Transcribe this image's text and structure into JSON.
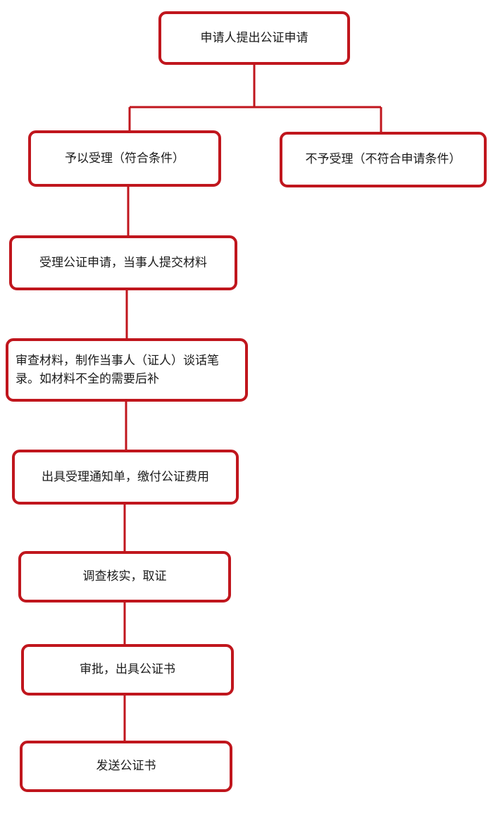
{
  "flow": {
    "apply": "申请人提出公证申请",
    "accept": "予以受理（符合条件）",
    "reject": "不予受理（不符合申请条件）",
    "submit": "受理公证申请，当事人提交材料",
    "review": "审查材料，制作当事人（证人）谈话笔录。如材料不全的需要后补",
    "notice": "出具受理通知单，缴付公证费用",
    "verify": "调查核实，取证",
    "approve": "审批，出具公证书",
    "send": "发送公证书"
  },
  "colors": {
    "border": "#c0161d",
    "text": "#1a1a1a",
    "background": "#ffffff"
  }
}
